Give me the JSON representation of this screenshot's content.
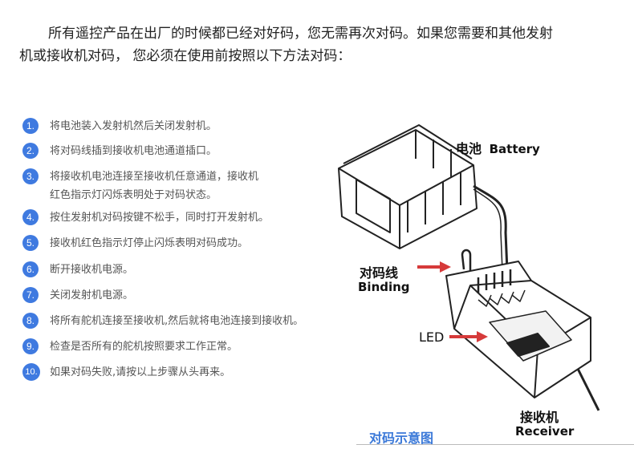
{
  "intro": {
    "line1": "所有遥控产品在出厂的时候都已经对好码，您无需再次对码。如果您需要和其他发射",
    "line2": "机或接收机对码，  您必须在使用前按照以下方法对码："
  },
  "steps": [
    {
      "num": "1.",
      "text": "将电池装入发射机然后关闭发射机。"
    },
    {
      "num": "2.",
      "text": "将对码线插到接收机电池通道插口。"
    },
    {
      "num": "3.",
      "line1": "将接收机电池连接至接收机任意通道，接收机",
      "line2": "红色指示灯闪烁表明处于对码状态。"
    },
    {
      "num": "4.",
      "text": "按住发射机对码按键不松手，同时打开发射机。"
    },
    {
      "num": "5.",
      "text": "接收机红色指示灯停止闪烁表明对码成功。"
    },
    {
      "num": "6.",
      "text": "断开接收机电源。"
    },
    {
      "num": "7.",
      "text": "关闭发射机电源。"
    },
    {
      "num": "8.",
      "text": "将所有舵机连接至接收机,然后就将电池连接到接收机。"
    },
    {
      "num": "9.",
      "text": "检查是否所有的舵机按照要求工作正常。"
    },
    {
      "num": "10.",
      "text": "如果对码失败,请按以上步骤从头再来。"
    }
  ],
  "diagram": {
    "battery_cn": "电池",
    "battery_en": "Battery",
    "binding_cn": "对码线",
    "binding_en": "Binding",
    "led": "LED",
    "receiver_cn": "接收机",
    "receiver_en": "Receiver",
    "caption": "对码示意图"
  },
  "colors": {
    "accent": "#3f7ae0",
    "arrow": "#d63a3a",
    "caption": "#3a78d8"
  }
}
